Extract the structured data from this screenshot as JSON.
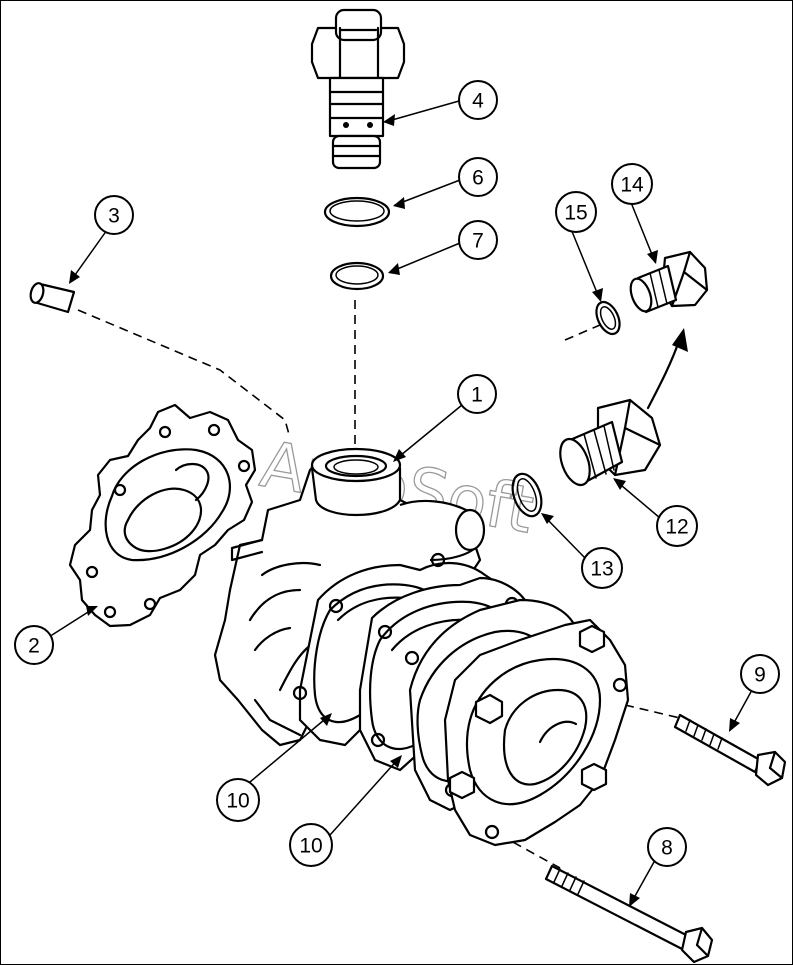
{
  "diagram": {
    "watermark": "AutoSoft",
    "callouts": [
      {
        "id": "c1",
        "label": "1"
      },
      {
        "id": "c2",
        "label": "2"
      },
      {
        "id": "c3",
        "label": "3"
      },
      {
        "id": "c4",
        "label": "4"
      },
      {
        "id": "c6",
        "label": "6"
      },
      {
        "id": "c7",
        "label": "7"
      },
      {
        "id": "c8",
        "label": "8"
      },
      {
        "id": "c9",
        "label": "9"
      },
      {
        "id": "c10a",
        "label": "10"
      },
      {
        "id": "c10b",
        "label": "10"
      },
      {
        "id": "c12",
        "label": "12"
      },
      {
        "id": "c13",
        "label": "13"
      },
      {
        "id": "c14",
        "label": "14"
      },
      {
        "id": "c15",
        "label": "15"
      }
    ]
  }
}
